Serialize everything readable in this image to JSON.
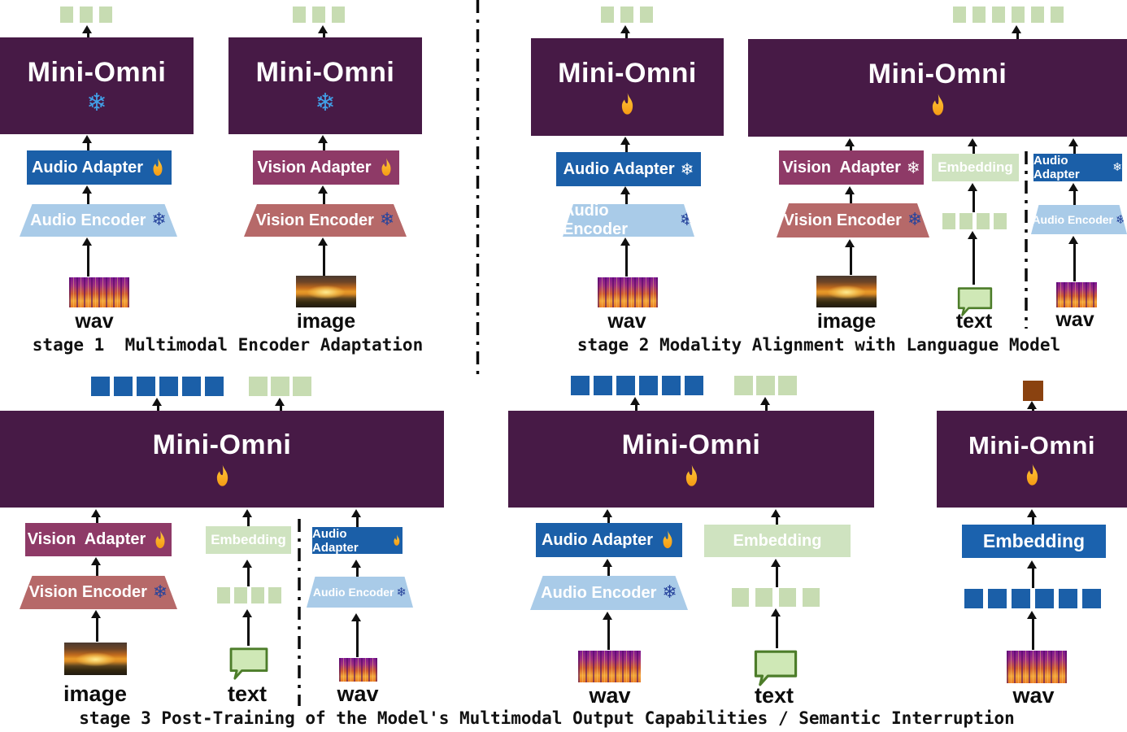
{
  "colors": {
    "model": "#471a46",
    "audio_adapter": "#1b5fa8",
    "audio_encoder": "#a9cbe8",
    "vision_adapter": "#8e3a67",
    "vision_encoder": "#b66969",
    "embedding_green": "#cfe3c0",
    "embedding_blue": "#1b62ae",
    "token_green": "#c7dcb2",
    "token_blue": "#1b5fa8",
    "token_brown": "#8a4210",
    "snowflake_bright": "#41a0e8",
    "snowflake_dark": "#27449c",
    "bubble_fill": "#cfe8b6",
    "bubble_stroke": "#4d7d2a",
    "flame_top": "#ffc93c",
    "flame_bottom": "#f59b14"
  },
  "labels": {
    "model": "Mini-Omni",
    "audio_adapter": "Audio Adapter",
    "vision_adapter": "Vision Adapter",
    "vision_adapter_wide": "Vision  Adapter",
    "audio_encoder": "Audio Encoder",
    "vision_encoder": "Vision Encoder",
    "embedding": "Embedding",
    "wav": "wav",
    "image": "image",
    "text": "text"
  },
  "icons": {
    "snowflake": "❄"
  },
  "captions": {
    "stage1": "stage 1  Multimodal Encoder Adaptation",
    "stage2": "stage 2 Modality Alignment with Languague Model",
    "stage3": "stage 3 Post-Training of the Model's Multimodal Output Capabilities / Semantic Interruption"
  },
  "token_rows": {
    "stage1_audio_output": {
      "count": 3,
      "color": "green"
    },
    "stage1_vision_output": {
      "count": 3,
      "color": "green"
    },
    "stage2_audio_output": {
      "count": 3,
      "color": "green"
    },
    "stage2_shared_output": {
      "count": 6,
      "color": "green"
    },
    "stage2_text_embed": {
      "count": 4,
      "color": "green"
    },
    "stage3_left_output_audio": {
      "count": 6,
      "color": "blue"
    },
    "stage3_left_output_text": {
      "count": 3,
      "color": "green"
    },
    "stage3_left_text_embed": {
      "count": 4,
      "color": "green"
    },
    "stage3_mid_output_audio": {
      "count": 6,
      "color": "blue"
    },
    "stage3_mid_output_text": {
      "count": 3,
      "color": "green"
    },
    "stage3_mid_text_embed": {
      "count": 4,
      "color": "green"
    },
    "stage3_right_output": {
      "count": 1,
      "color": "brown"
    },
    "stage3_right_audio_tokens": {
      "count": 6,
      "color": "blue"
    }
  }
}
